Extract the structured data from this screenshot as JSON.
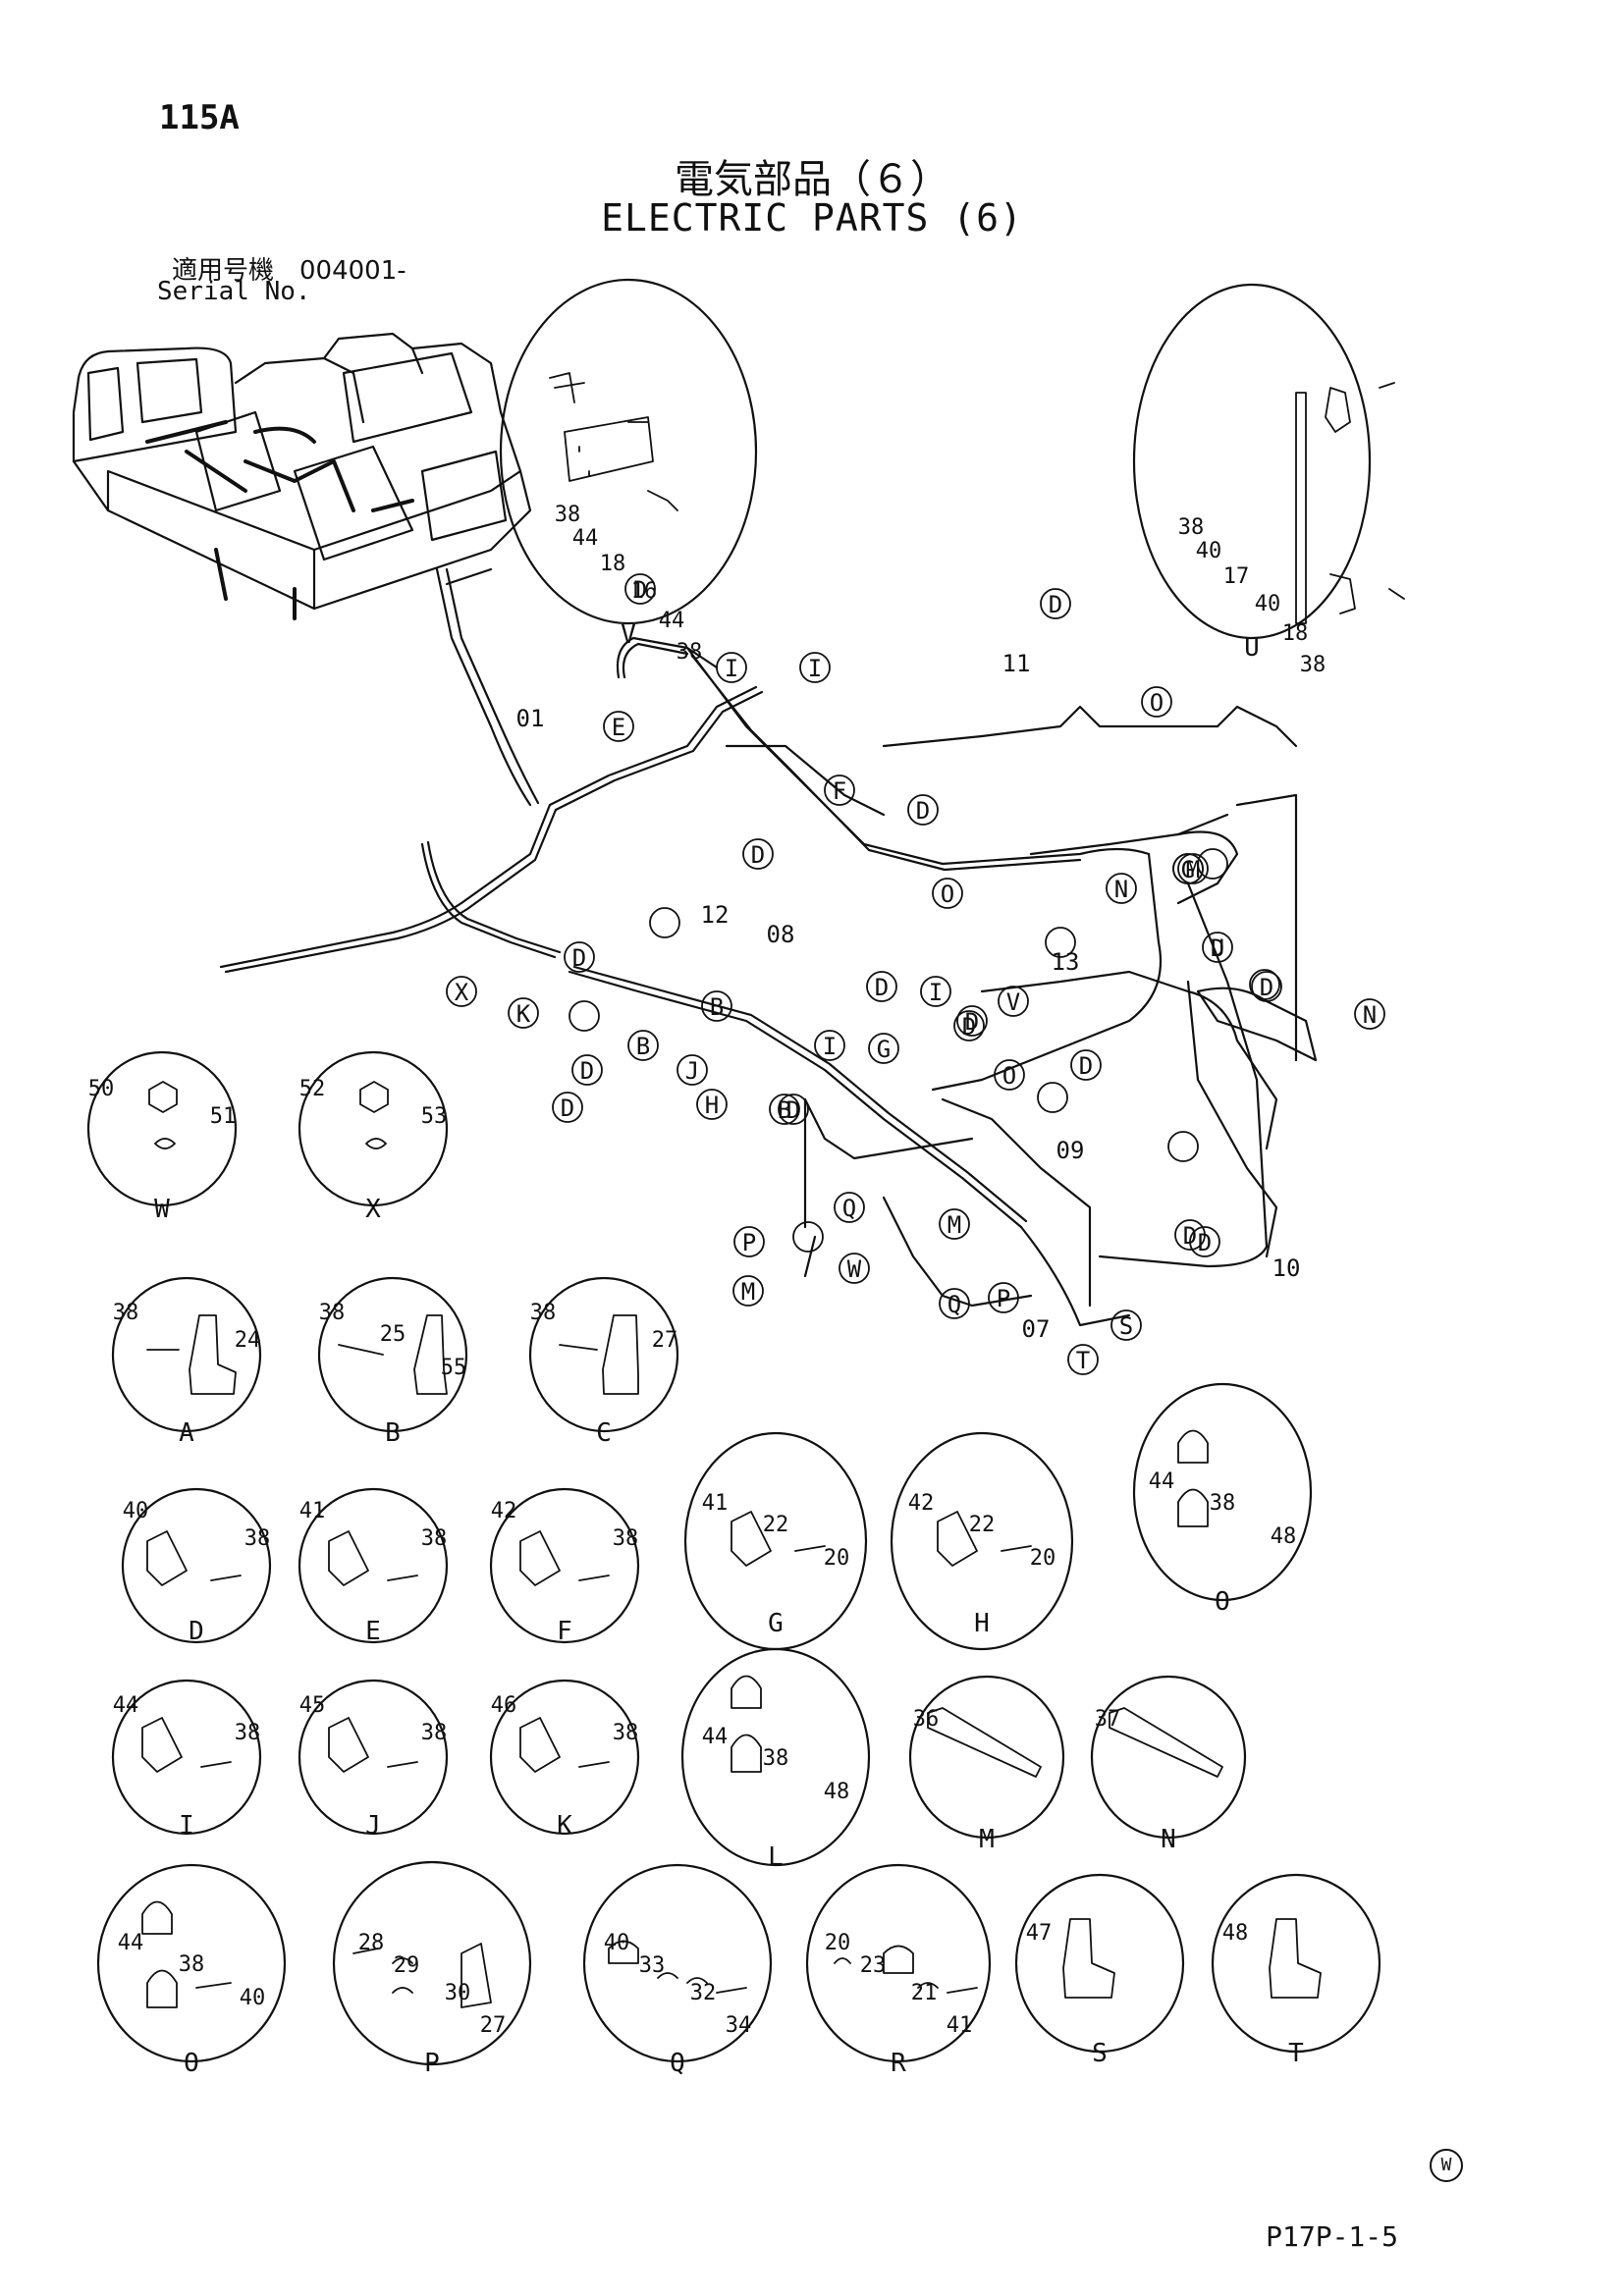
{
  "header": {
    "page_no": "115A",
    "title_jp": "電気部品（６）",
    "title_en": "ELECTRIC PARTS (6)",
    "serial_jp": "適用号機　004001-",
    "serial_en": "Serial No."
  },
  "footer": {
    "code": "P17P-1-5",
    "watermark": "W"
  },
  "main_callouts": [
    "D",
    "I",
    "I",
    "E",
    "F",
    "D",
    "D",
    "O",
    "D",
    "O",
    "G",
    "N",
    "M",
    "D",
    "X",
    "K",
    "D",
    "B",
    "J",
    "B",
    "D",
    "D",
    "H",
    "D",
    "I",
    "D",
    "I",
    "D",
    "V",
    "D",
    "G",
    "O",
    "U",
    "D",
    "N",
    "B",
    "D",
    "D",
    "D",
    "P",
    "Q",
    "M",
    "W",
    "M",
    "Q",
    "P",
    "S",
    "T"
  ],
  "main_numbers": [
    "01",
    "11",
    "12",
    "08",
    "13",
    "09",
    "07",
    "10"
  ],
  "detail_views": [
    {
      "letter": "V",
      "parts": [
        "38",
        "44",
        "18",
        "16",
        "44",
        "38"
      ]
    },
    {
      "letter": "U",
      "parts": [
        "38",
        "40",
        "17",
        "40",
        "18",
        "38"
      ]
    },
    {
      "letter": "W",
      "parts": [
        "50",
        "51"
      ]
    },
    {
      "letter": "X",
      "parts": [
        "52",
        "53"
      ]
    },
    {
      "letter": "A",
      "parts": [
        "38",
        "24"
      ]
    },
    {
      "letter": "B",
      "parts": [
        "38",
        "25",
        "55"
      ]
    },
    {
      "letter": "C",
      "parts": [
        "38",
        "27"
      ]
    },
    {
      "letter": "D",
      "parts": [
        "40",
        "38"
      ]
    },
    {
      "letter": "E",
      "parts": [
        "41",
        "38"
      ]
    },
    {
      "letter": "F",
      "parts": [
        "42",
        "38"
      ]
    },
    {
      "letter": "G",
      "parts": [
        "41",
        "22",
        "20"
      ]
    },
    {
      "letter": "H",
      "parts": [
        "42",
        "22",
        "20"
      ]
    },
    {
      "letter": "O",
      "parts": [
        "44",
        "38",
        "48"
      ]
    },
    {
      "letter": "I",
      "parts": [
        "44",
        "38"
      ]
    },
    {
      "letter": "J",
      "parts": [
        "45",
        "38"
      ]
    },
    {
      "letter": "K",
      "parts": [
        "46",
        "38"
      ]
    },
    {
      "letter": "L",
      "parts": [
        "44",
        "38",
        "48"
      ]
    },
    {
      "letter": "M",
      "parts": [
        "36"
      ]
    },
    {
      "letter": "N",
      "parts": [
        "37"
      ]
    },
    {
      "letter": "O",
      "parts": [
        "44",
        "38",
        "40"
      ]
    },
    {
      "letter": "P",
      "parts": [
        "28",
        "29",
        "30",
        "27"
      ]
    },
    {
      "letter": "Q",
      "parts": [
        "40",
        "33",
        "32",
        "34"
      ]
    },
    {
      "letter": "R",
      "parts": [
        "20",
        "23",
        "21",
        "41"
      ]
    },
    {
      "letter": "S",
      "parts": [
        "47"
      ]
    },
    {
      "letter": "T",
      "parts": [
        "48"
      ]
    }
  ]
}
